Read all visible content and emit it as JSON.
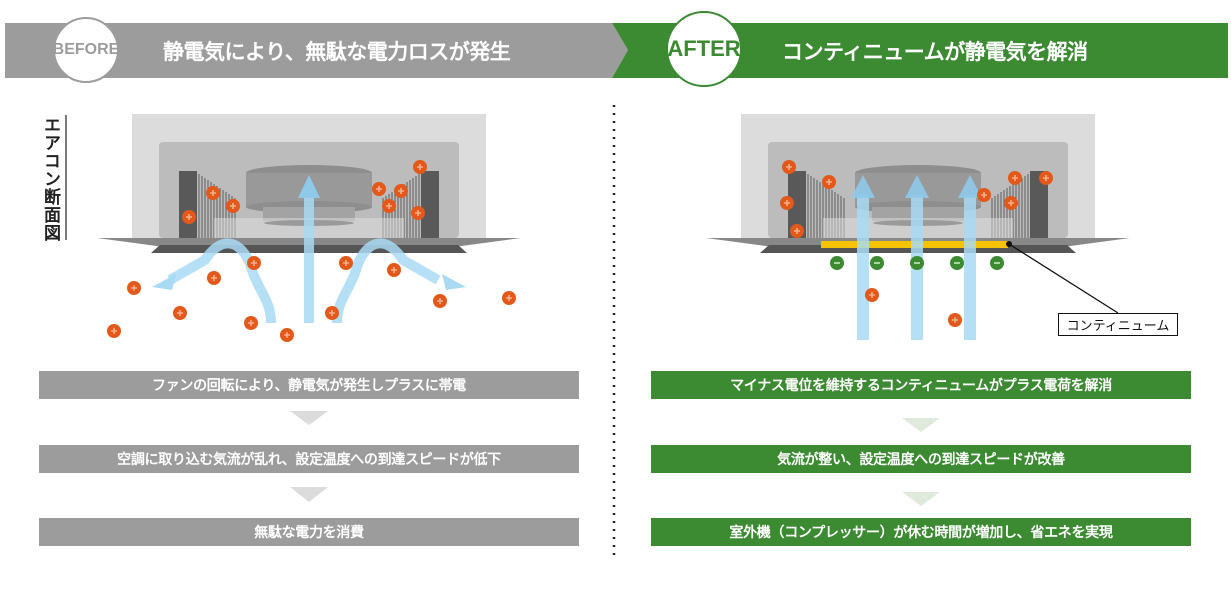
{
  "before": {
    "badge": "BEFORE",
    "title": "静電気により、無駄な電力ロスが発生",
    "side_label": "エアコン断面図",
    "steps": [
      "ファンの回転により、静電気が発生しプラスに帯電",
      "空調に取り込む気流が乱れ、設定温度への到達スピードが低下",
      "無駄な電力を消費"
    ]
  },
  "after": {
    "badge": "AFTER",
    "title": "コンティニュームが静電気を解消",
    "callout": "コンティニューム",
    "steps": [
      "マイナス電位を維持するコンティニュームがプラス電荷を解消",
      "気流が整い、設定温度への到達スピードが改善",
      "室外機（コンプレッサー）が休む時間が増加し、省エネを実現"
    ]
  },
  "colors": {
    "gray": "#9b9c9b",
    "green": "#3c8a32",
    "plus": "#e2591b",
    "minus": "#3c8a32",
    "airflow": "#a9daf3",
    "continuum": "#f7c200"
  }
}
